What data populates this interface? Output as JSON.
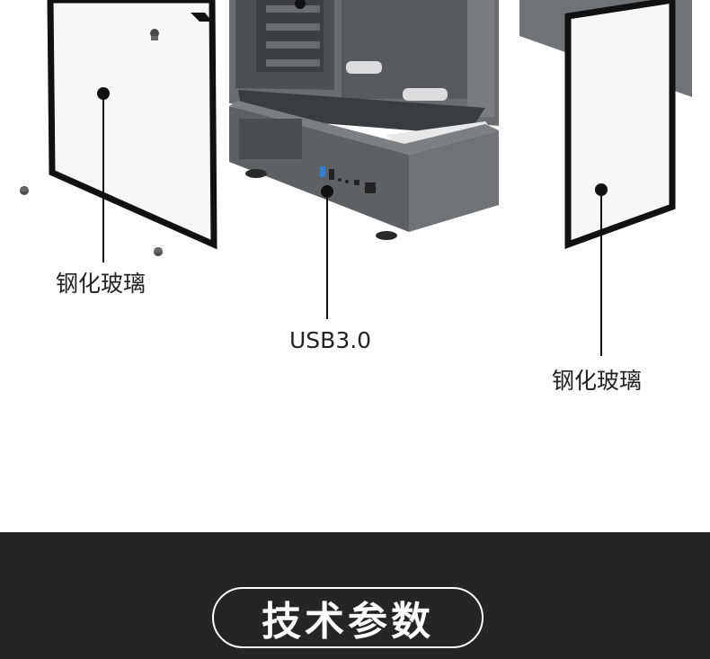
{
  "callouts": {
    "left_glass": "钢化玻璃",
    "front_io": "USB3.0",
    "right_glass": "钢化玻璃"
  },
  "section": {
    "title": "技术参数"
  },
  "colors": {
    "background": "#ffffff",
    "band": "#252525",
    "case_metal": "#5b5d60",
    "glass_border": "#111111",
    "callout_line": "#111111",
    "usb_blue": "#2f7fd8"
  }
}
